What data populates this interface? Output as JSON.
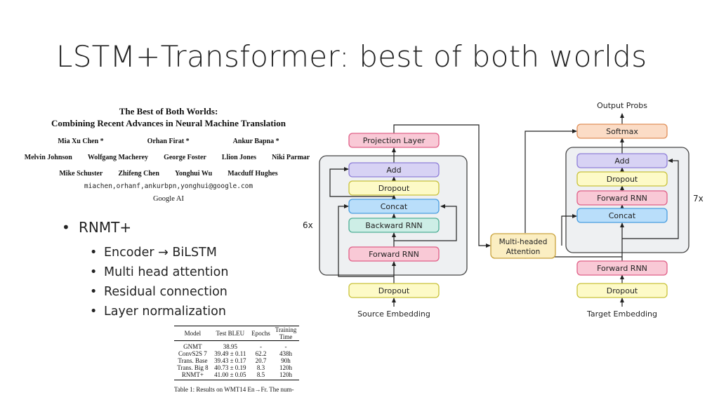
{
  "slide_title": "LSTM+Transformer: best of both worlds",
  "paper": {
    "title_line1": "The Best of Both Worlds:",
    "title_line2": "Combining Recent Advances in Neural Machine Translation",
    "authors_row1": [
      "Mia Xu Chen *",
      "Orhan Firat *",
      "Ankur Bapna *"
    ],
    "authors_row2": [
      "Melvin Johnson",
      "Wolfgang Macherey",
      "George Foster",
      "Llion Jones",
      "Niki Parmar"
    ],
    "authors_row3": [
      "Mike Schuster",
      "Zhifeng Chen",
      "Yonghui Wu",
      "Macduff Hughes"
    ],
    "emails": "miachen,orhanf,ankurbpn,yonghui@google.com",
    "affiliation": "Google AI"
  },
  "bullets": {
    "main": "RNMT+",
    "sub": [
      "Encoder → BiLSTM",
      "Multi head attention",
      "Residual connection",
      "Layer normalization"
    ]
  },
  "results_table": {
    "headers": [
      "Model",
      "Test BLEU",
      "Epochs",
      "Training",
      "Time"
    ],
    "rows": [
      [
        "GNMT",
        "38.95",
        "-",
        "-"
      ],
      [
        "ConvS2S 7",
        "39.49 ± 0.11",
        "62.2",
        "438h"
      ],
      [
        "Trans. Base",
        "39.43 ± 0.17",
        "20.7",
        "90h"
      ],
      [
        "Trans. Big 8",
        "40.73 ± 0.19",
        "8.3",
        "120h"
      ],
      [
        "RNMT+",
        "41.00 ± 0.05",
        "8.5",
        "120h"
      ]
    ],
    "caption": "Table 1:  Results on WMT14 En→Fr.  The num-"
  },
  "diagram": {
    "encoder": {
      "projection": "Projection Layer",
      "add": "Add",
      "dropout": "Dropout",
      "concat": "Concat",
      "backward_rnn": "Backward RNN",
      "forward_rnn": "Forward RNN",
      "input_dropout": "Dropout",
      "source_embedding": "Source Embedding",
      "repeat": "6x"
    },
    "attention": {
      "line1": "Multi-headed",
      "line2": "Attention"
    },
    "decoder": {
      "output_probs": "Output Probs",
      "softmax": "Softmax",
      "add": "Add",
      "dropout": "Dropout",
      "forward_rnn": "Forward RNN",
      "concat": "Concat",
      "forward_rnn_bottom": "Forward RNN",
      "input_dropout": "Dropout",
      "target_embedding": "Target Embedding",
      "repeat": "7x"
    },
    "colors": {
      "pink": "#f9c9d6",
      "pink_border": "#e06088",
      "purple": "#d7d2f4",
      "purple_border": "#8f7fd8",
      "yellow": "#fdfac7",
      "yellow_border": "#c9c23c",
      "blue": "#b9defa",
      "blue_border": "#4a9ee0",
      "green": "#cdeee6",
      "green_border": "#4fae96",
      "orange": "#fbdcc6",
      "orange_border": "#e0905a",
      "attn": "#fbeec2",
      "attn_border": "#c9a23c",
      "panel": "#eef0f2",
      "panel_border": "#444"
    }
  }
}
